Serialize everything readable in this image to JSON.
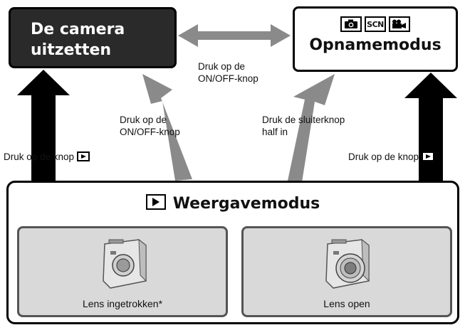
{
  "off_box": {
    "line1": "De camera",
    "line2": "uitzetten"
  },
  "shoot_box": {
    "icons": [
      "camera-icon",
      "scn-icon",
      "movie-icon"
    ],
    "scn_text": "SCN",
    "title": "Opnamemodus"
  },
  "play_box": {
    "title": "Weergavemodus",
    "icon": "play-icon"
  },
  "labels": {
    "top_center_1": "Druk op de",
    "top_center_2": "ON/OFF-knop",
    "mid_left_1": "Druk op de",
    "mid_left_2": "ON/OFF-knop",
    "mid_right_1": "Druk de sluiterknop",
    "mid_right_2": "half in",
    "left_side": "Druk op de knop",
    "right_side": "Druk op de knop"
  },
  "sub_boxes": {
    "left": "Lens ingetrokken*",
    "right": "Lens open"
  },
  "colors": {
    "arrow_gray": "#8a8a8a",
    "box_dark": "#2a2a2a",
    "sub_fill": "#d9d9d9"
  }
}
